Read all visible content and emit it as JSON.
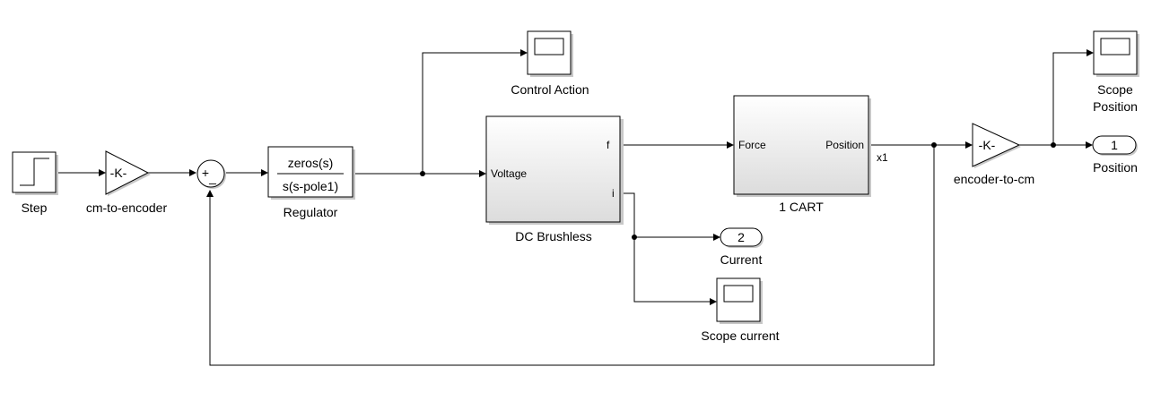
{
  "blocks": {
    "step": {
      "label": "Step"
    },
    "gain_in": {
      "symbol": "-K-",
      "label": "cm-to-encoder"
    },
    "sum": {
      "plus": "+",
      "minus": "_"
    },
    "regulator": {
      "numerator": "zeros(s)",
      "denominator": "s(s-pole1)",
      "label": "Regulator"
    },
    "scope_control": {
      "label": "Control Action"
    },
    "dc_brushless": {
      "port_in": "Voltage",
      "port_f": "f",
      "port_i": "i",
      "label": "DC Brushless"
    },
    "cart": {
      "port_in": "Force",
      "port_out": "Position",
      "label": "1 CART"
    },
    "signal_x1": {
      "label": "x1"
    },
    "gain_out": {
      "symbol": "-K-",
      "label": "encoder-to-cm"
    },
    "scope_position": {
      "label_line1": "Scope",
      "label_line2": "Position"
    },
    "out_position": {
      "number": "1",
      "label": "Position"
    },
    "out_current": {
      "number": "2",
      "label": "Current"
    },
    "scope_current": {
      "label": "Scope current"
    }
  }
}
